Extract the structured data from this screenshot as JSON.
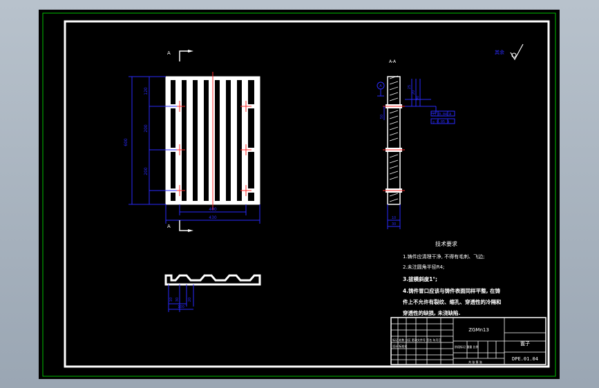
{
  "colors": {
    "background": "#000000",
    "border_outer": "#00c000",
    "frame": "#ffffff",
    "dimension": "#2a2aff",
    "centerline": "#ff2a2a",
    "text": "#ffffff"
  },
  "view_labels": {
    "section_marker_top": "A",
    "section_marker_bottom": "A",
    "section_view_title": "A-A"
  },
  "plan_dimensions": {
    "overall_height": "600",
    "seg_top": "120",
    "seg_mid": "200",
    "seg_bot": "200",
    "width_inner": "400",
    "width_overall": "430"
  },
  "section_dimensions": {
    "top_left": "50",
    "side_a": "25",
    "side_b": "20",
    "side_c": "90",
    "bottom_a": "30",
    "bottom_b": "10"
  },
  "tolerance_frames": [
    "// 0.04 A",
    "◎ 0.05 A"
  ],
  "datum_label": "A",
  "roughness_note": "其余",
  "bottom_view_dimensions": {
    "d1": "10",
    "d2": "30",
    "d3": "20",
    "d4": "100"
  },
  "notes": {
    "title": "技术要求",
    "items": [
      "1.铸件应清理干净, 不得有毛刺、飞边;",
      "2.未注圆角半径R4;",
      "3.拔模斜度1°;",
      "4.铸件冒口应该与铸件表面同样平整, 在铸",
      "件上不允许有裂纹、缩孔、穿透性的冷隔和",
      "穿透性的缺损, 未浇缺陷."
    ]
  },
  "title_block": {
    "material": "ZGMn13",
    "part_name": "篦子",
    "drawing_number": "DPE.01.04",
    "row_label_1": "标记 处数 分区 更改文件号 签名 年月日",
    "row_label_2": "设计 标准化",
    "row_label_3": "阶段标记 重量 比例",
    "row_label_4": "共 张 第 张"
  }
}
